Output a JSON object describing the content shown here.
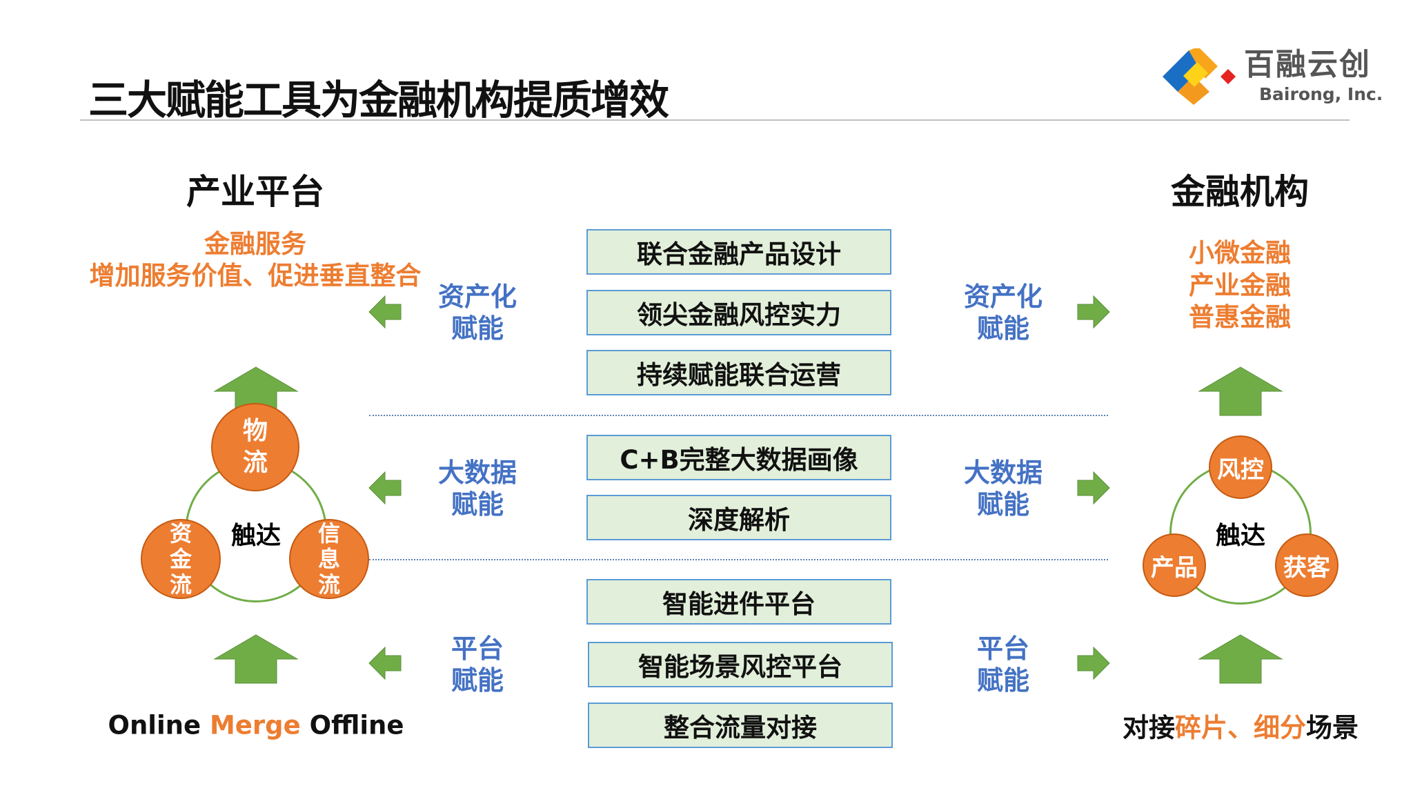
{
  "title": "三大赋能工具为金融机构提质增效",
  "logo": {
    "cn": "百融云创",
    "en": "Bairong, Inc."
  },
  "left": {
    "heading": "产业平台",
    "service_title": "金融服务",
    "service_desc": "增加服务价值、促进垂直整合",
    "cycle": {
      "center": "触达",
      "nodes": [
        "物\n流",
        "资\n金\n流",
        "信\n息\n流"
      ]
    },
    "footer": {
      "a": "Online ",
      "b": "Merge",
      "c": " Offline"
    }
  },
  "right": {
    "heading": "金融机构",
    "finance": [
      "小微金融",
      "产业金融",
      "普惠金融"
    ],
    "cycle": {
      "center": "触达",
      "nodes": [
        "风控",
        "产品",
        "获客"
      ]
    },
    "footer": {
      "a": "对接",
      "b": "碎片、细分",
      "c": "场景"
    }
  },
  "labels": [
    {
      "l1": "资产化",
      "l2": "赋能"
    },
    {
      "l1": "大数据",
      "l2": "赋能"
    },
    {
      "l1": "平台",
      "l2": "赋能"
    }
  ],
  "boxes": [
    "联合金融产品设计",
    "领尖金融风控实力",
    "持续赋能联合运营",
    "C+B完整大数据画像",
    "深度解析",
    "智能进件平台",
    "智能场景风控平台",
    "整合流量对接"
  ],
  "colors": {
    "orange": "#ed7d31",
    "blue": "#4472c4",
    "green": "#70ad47",
    "box_fill": "#e2efda"
  }
}
